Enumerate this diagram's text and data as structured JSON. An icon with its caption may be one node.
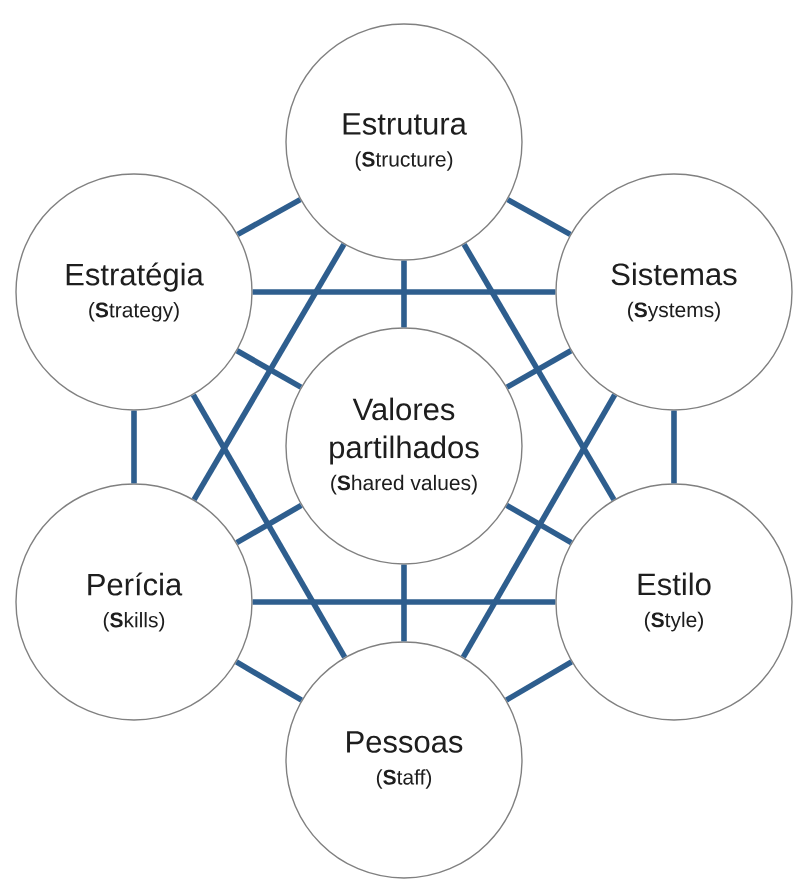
{
  "diagram": {
    "nodes": [
      {
        "text": [
          "Estrutura",
          "(**S**tructure)"
        ]
      },
      {
        "text": [
          "Estratégia",
          "(**S**trategy)"
        ]
      },
      {
        "text": [
          "Sistemas",
          "(**S**ystems)"
        ]
      },
      {
        "text": [
          "Valores partilhados",
          "(**S**hared values)"
        ]
      },
      {
        "text": [
          "Perícia",
          "(**S**kills)"
        ]
      },
      {
        "text": [
          "Estilo",
          "(**S**tyle)"
        ]
      },
      {
        "text": [
          "Pessoas",
          "(**S**taff)"
        ]
      }
    ],
    "edges": [
      {
        "from": 0,
        "to": 2,
        "arrow": "none"
      },
      {
        "from": 2,
        "to": 5,
        "arrow": "none"
      },
      {
        "from": 5,
        "to": 6,
        "arrow": "none"
      },
      {
        "from": 6,
        "to": 4,
        "arrow": "none"
      },
      {
        "from": 4,
        "to": 1,
        "arrow": "none"
      },
      {
        "from": 1,
        "to": 0,
        "arrow": "none"
      },
      {
        "from": 1,
        "to": 2,
        "arrow": "none"
      },
      {
        "from": 0,
        "to": 4,
        "arrow": "none"
      },
      {
        "from": 0,
        "to": 5,
        "arrow": "none"
      },
      {
        "from": 2,
        "to": 6,
        "arrow": "none"
      },
      {
        "from": 1,
        "to": 6,
        "arrow": "none"
      },
      {
        "from": 4,
        "to": 5,
        "arrow": "none"
      },
      {
        "from": 3,
        "to": 0,
        "arrow": "none"
      },
      {
        "from": 3,
        "to": 1,
        "arrow": "none"
      },
      {
        "from": 3,
        "to": 2,
        "arrow": "none"
      },
      {
        "from": 3,
        "to": 4,
        "arrow": "none"
      },
      {
        "from": 3,
        "to": 5,
        "arrow": "none"
      },
      {
        "from": 3,
        "to": 6,
        "arrow": "none"
      }
    ]
  }
}
